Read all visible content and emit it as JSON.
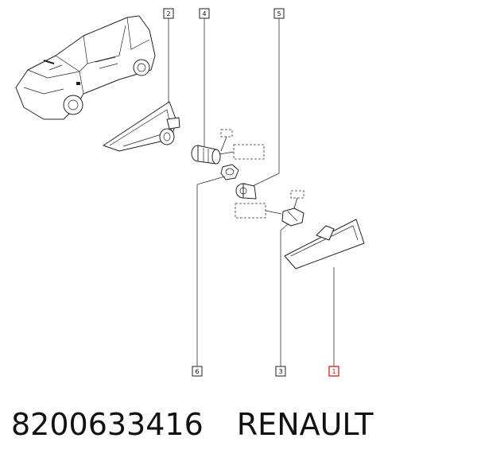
{
  "callouts": [
    {
      "id": "2",
      "label": "2"
    },
    {
      "id": "4",
      "label": "4"
    },
    {
      "id": "5",
      "label": "5"
    },
    {
      "id": "6",
      "label": "6"
    },
    {
      "id": "3",
      "label": "3"
    },
    {
      "id": "1",
      "label": "1",
      "highlighted": true
    }
  ],
  "caption": {
    "part_number": "8200633416",
    "brand": "RENAULT"
  },
  "colors": {
    "highlight": "#d02020",
    "line": "#222222",
    "background": "#ffffff"
  }
}
